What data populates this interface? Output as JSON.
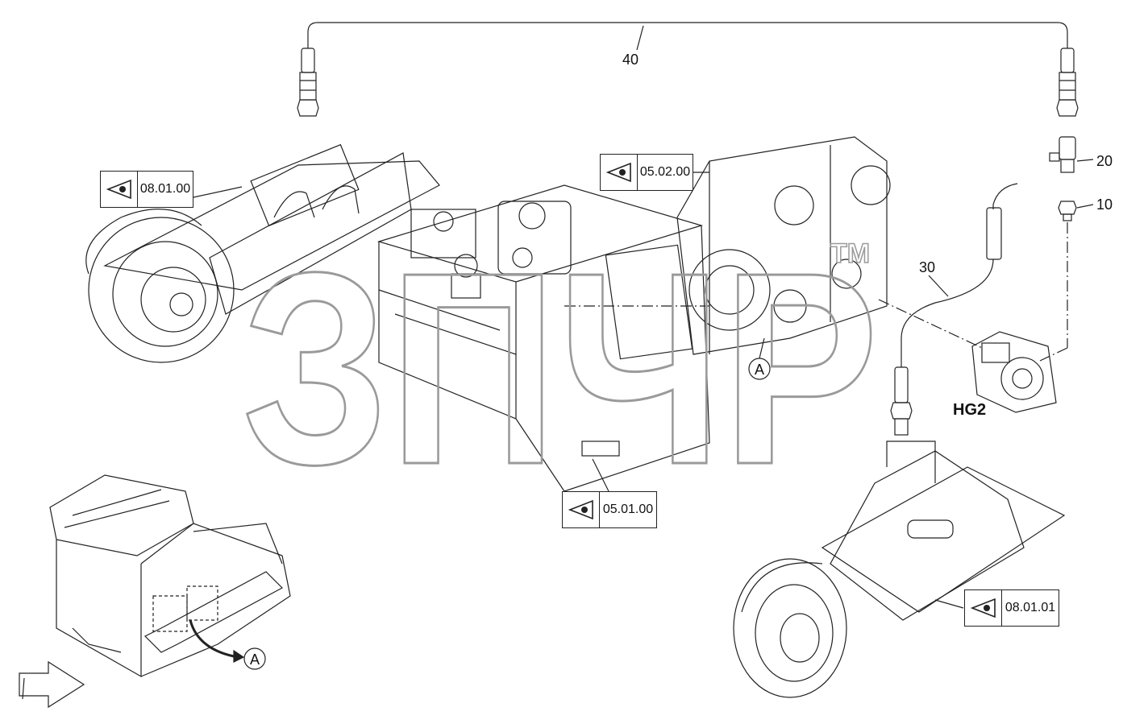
{
  "watermark": {
    "text": "ЗПЧР",
    "tm": "TM"
  },
  "ref_boxes": [
    {
      "id": "08.01.00",
      "code": "08.01.00"
    },
    {
      "id": "05.02.00",
      "code": "05.02.00"
    },
    {
      "id": "05.01.00",
      "code": "05.01.00"
    },
    {
      "id": "08.01.01",
      "code": "08.01.01"
    }
  ],
  "callouts": {
    "c40": "40",
    "c30": "30",
    "c20": "20",
    "c10": "10"
  },
  "view_marker": "A",
  "assembly_label": "HG2",
  "colors": {
    "line": "#222222",
    "watermark_stroke": "#9a9a9a",
    "bg": "#ffffff"
  }
}
